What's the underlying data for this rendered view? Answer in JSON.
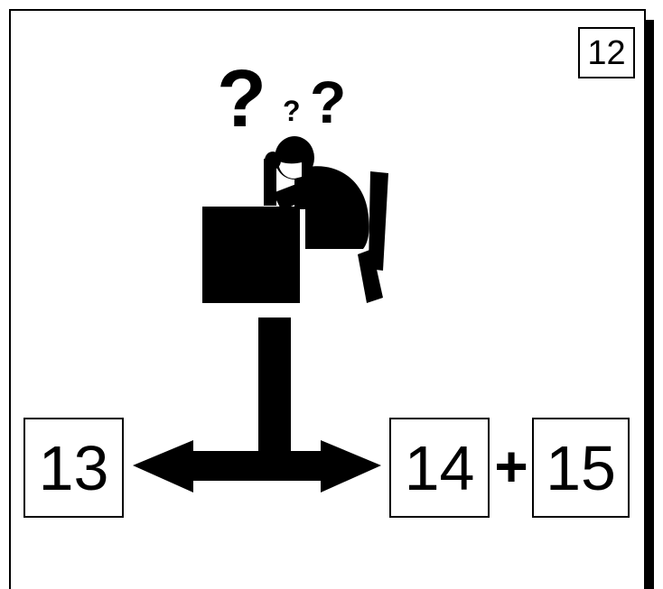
{
  "page_number": "12",
  "diagram": {
    "left_target": "13",
    "right_targets": [
      "14",
      "15"
    ],
    "joiner": "+"
  },
  "icons": {
    "figure": "thinking-person-at-desk-icon",
    "question_marks": [
      "question-mark-icon",
      "question-mark-icon",
      "question-mark-icon"
    ],
    "arrow": "double-headed-arrow-icon"
  },
  "colors": {
    "ink": "#000000",
    "paper": "#ffffff"
  }
}
